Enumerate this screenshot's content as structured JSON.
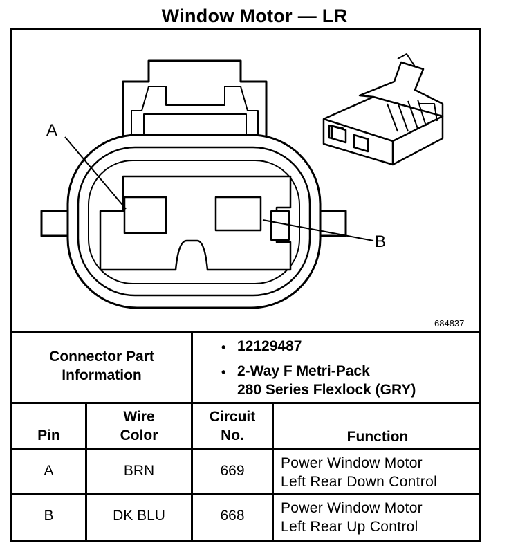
{
  "title": "Window Motor — LR",
  "figure_id": "684837",
  "callouts": {
    "a": "A",
    "b": "B"
  },
  "connector_info": {
    "label_line1": "Connector Part",
    "label_line2": "Information",
    "bullet_glyph": "•",
    "part_number": "12129487",
    "description_line1": "2-Way F Metri-Pack",
    "description_line2": "280 Series Flexlock (GRY)"
  },
  "table": {
    "headers": {
      "pin": "Pin",
      "wire_color_line1": "Wire",
      "wire_color_line2": "Color",
      "circuit_line1": "Circuit",
      "circuit_line2": "No.",
      "function": "Function"
    },
    "rows": [
      {
        "pin": "A",
        "wire_color": "BRN",
        "circuit": "669",
        "function_line1": "Power Window Motor",
        "function_line2": "Left Rear Down Control"
      },
      {
        "pin": "B",
        "wire_color": "DK BLU",
        "circuit": "668",
        "function_line1": "Power Window Motor",
        "function_line2": "Left Rear Up Control"
      }
    ]
  }
}
